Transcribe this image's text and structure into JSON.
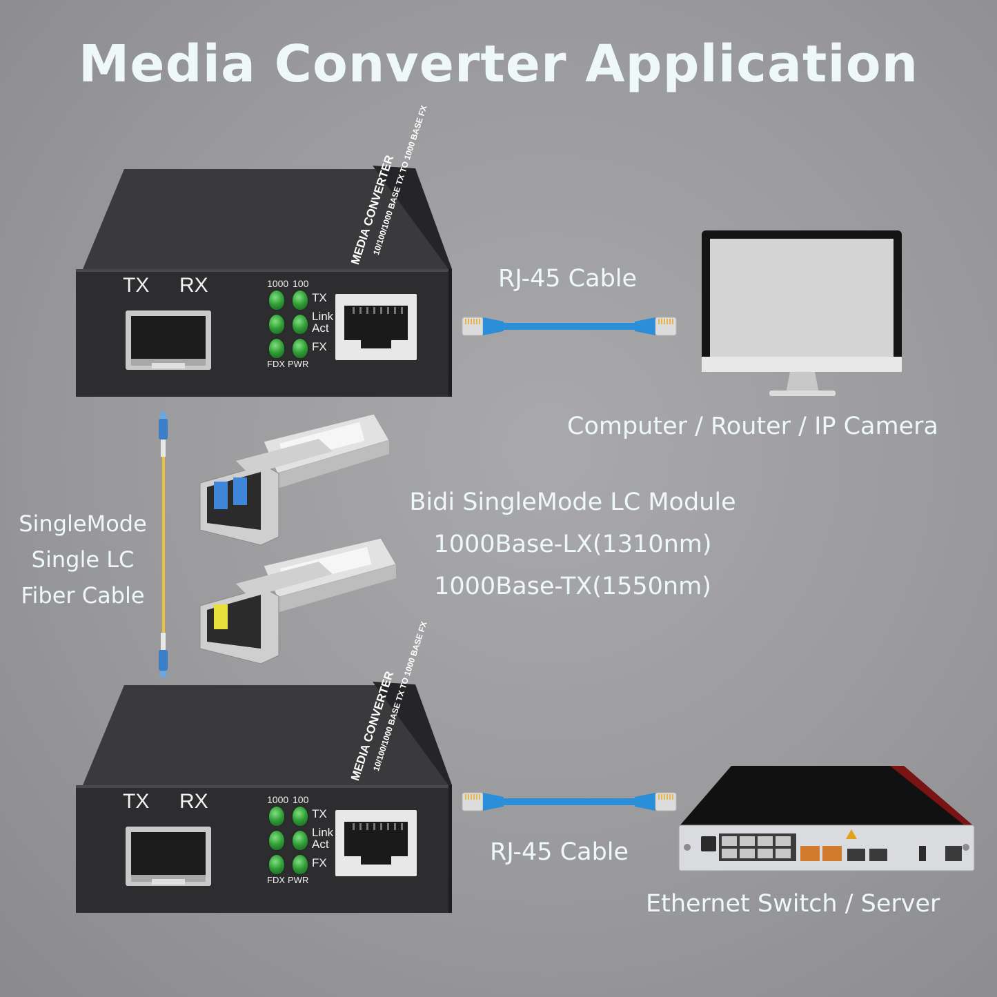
{
  "title": "Media Converter Application",
  "converter": {
    "front_labels": {
      "tx": "TX",
      "rx": "RX"
    },
    "led_labels": {
      "speed_1000": "1000",
      "speed_100": "100",
      "tx": "TX",
      "link": "Link",
      "act": "Act",
      "fx": "FX",
      "fdx": "FDX",
      "pwr": "PWR"
    },
    "side_label_top": "MEDIA CONVERTER",
    "side_label_bottom": "10/100/1000 BASE TX TO 1000 BASE FX"
  },
  "cables": {
    "top_rj45": "RJ-45 Cable",
    "bottom_rj45": "RJ-45 Cable"
  },
  "devices": {
    "top": "Computer / Router / IP Camera",
    "bottom": "Ethernet Switch / Server"
  },
  "fiber": {
    "line1": "SingleMode",
    "line2": "Single LC",
    "line3": "Fiber Cable"
  },
  "module": {
    "line1": "Bidi SingleMode LC Module",
    "line2": "1000Base-LX(1310nm)",
    "line3": "1000Base-TX(1550nm)"
  },
  "colors": {
    "background": "#9a9a9c",
    "text": "#eef8f8",
    "cable_blue": "#2a8fd8",
    "fiber_yellow": "#e8c43a",
    "converter_body": "#2b2b2d",
    "led_green": "#2e9a34"
  }
}
